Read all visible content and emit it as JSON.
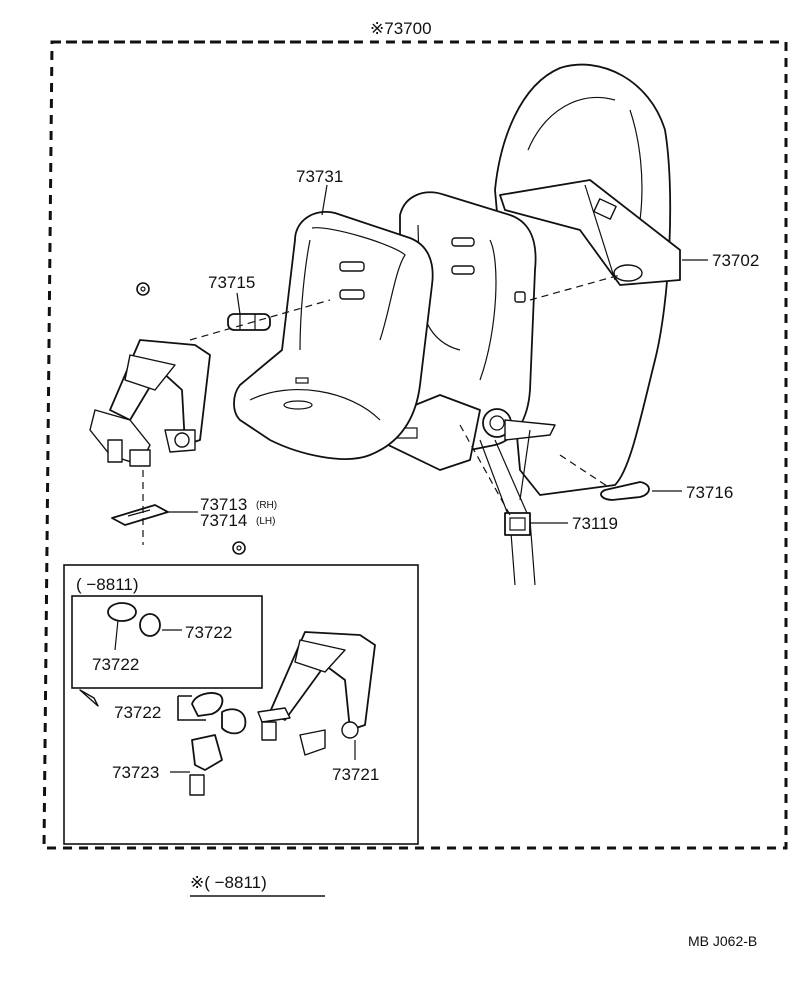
{
  "assembly": {
    "label": "※73700"
  },
  "labels": {
    "p73731": "73731",
    "p73715": "73715",
    "p73702": "73702",
    "p73713": "73713",
    "p73713_side": "(RH)",
    "p73714": "73714",
    "p73714_side": "(LH)",
    "p73716": "73716",
    "p73119": "73119",
    "p73722_a": "73722",
    "p73722_b": "73722",
    "p73722_c": "73722",
    "p73723": "73723",
    "p73721": "73721"
  },
  "inset": {
    "range": "(      −8811)"
  },
  "footnote": {
    "text": "※(       −8811)"
  },
  "drawing_code": "MB  J062-B"
}
